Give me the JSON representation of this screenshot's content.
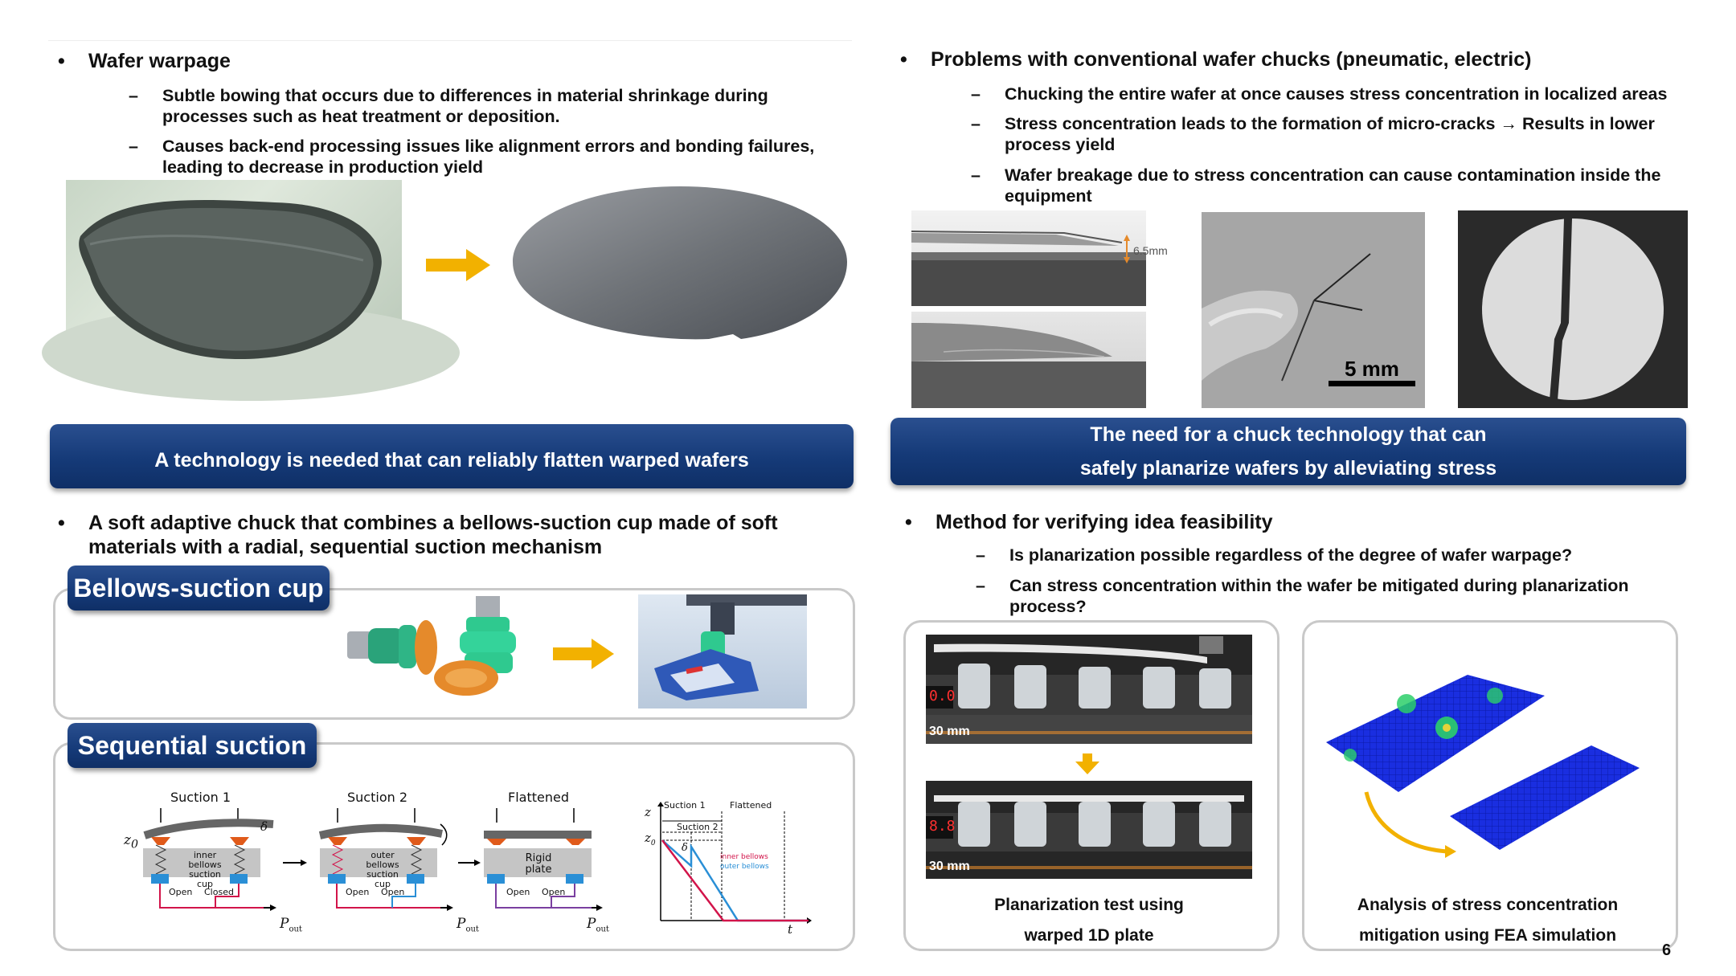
{
  "left_top": {
    "heading": "Wafer warpage",
    "bullets": [
      "Subtle bowing that occurs due to differences in material shrinkage during processes such as heat treatment or deposition.",
      "Causes back-end processing issues like alignment errors and bonding failures, leading to decrease in production yield"
    ],
    "banner": "A technology is needed that can reliably flatten warped wafers"
  },
  "right_top": {
    "heading": "Problems with conventional wafer chucks (pneumatic, electric)",
    "bullets": [
      "Chucking the entire wafer at once causes stress concentration in localized areas",
      "Stress concentration leads to the formation of micro-cracks → Results in lower process yield",
      "Wafer breakage due to stress concentration can cause contamination inside the equipment"
    ],
    "gap_label": "6.5mm",
    "scale_label": "5 mm",
    "banner_line1": "The need for a chuck technology that can",
    "banner_line2": "safely planarize wafers by alleviating stress"
  },
  "left_bottom": {
    "heading_line1": "A soft adaptive chuck that combines a bellows-suction cup made of soft",
    "heading_line2": "materials with a radial, sequential suction mechanism",
    "tag1": "Bellows-suction cup",
    "tag2": "Sequential suction",
    "diagram": {
      "stages": [
        "Suction 1",
        "Suction 2",
        "Flattened"
      ],
      "z0": "z",
      "z0_sub": "0",
      "delta": "δ",
      "stage1_labels": [
        "inner",
        "bellows",
        "suction cup"
      ],
      "stage2_labels": [
        "outer",
        "bellows",
        "suction cup"
      ],
      "stage3_labels": [
        "Rigid",
        "plate"
      ],
      "valves1": [
        "Open",
        "Closed"
      ],
      "valves2": [
        "Open",
        "Open"
      ],
      "valves3": [
        "Open",
        "Open"
      ],
      "pout": "P",
      "pout_sub": "out"
    },
    "plot": {
      "y_axis": "z",
      "x_axis": "t",
      "z0": "z",
      "z0_sub": "0",
      "delta": "δ",
      "phase1": "Suction 1",
      "phase2": "Suction 2",
      "phase3": "Flattened",
      "legend": [
        "inner bellows",
        "outer bellows"
      ],
      "colors": [
        "#d2144a",
        "#2a8fd6"
      ]
    }
  },
  "right_bottom": {
    "heading": "Method for verifying idea feasibility",
    "bullets": [
      "Is planarization possible regardless of the degree of wafer warpage?",
      "Can stress concentration within the wafer be mitigated during planarization process?"
    ],
    "scale_a": "30 mm",
    "scale_b": "30 mm",
    "display_a": "0.0",
    "display_b": "8.8",
    "caption1_line1": "Planarization test using",
    "caption1_line2": "warped 1D plate",
    "caption2_line1": "Analysis of stress concentration",
    "caption2_line2": "mitigation using FEA simulation"
  },
  "page_number": "6",
  "bullet_symbol": "•",
  "dash_symbol": "–",
  "accent_color": "#f2b100",
  "banner_color": "#1a3f7e"
}
